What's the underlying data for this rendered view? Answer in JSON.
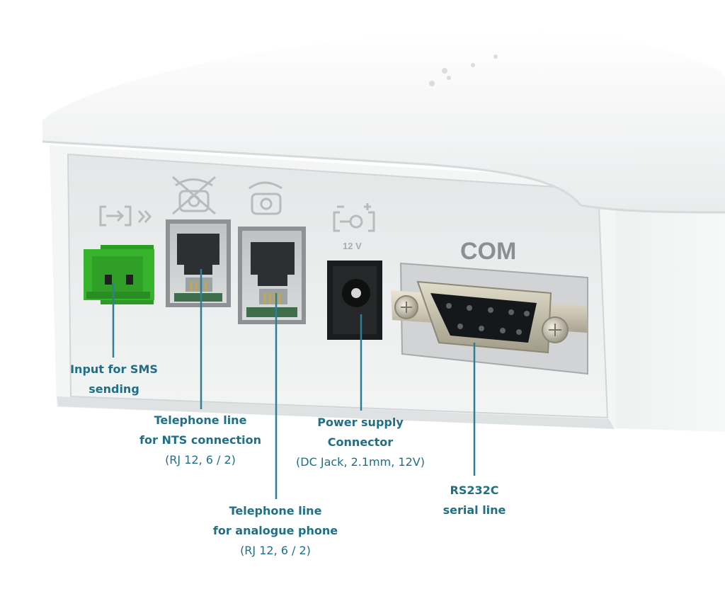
{
  "device": {
    "com_label": "COM",
    "power_icon_text": "12 V"
  },
  "labels": {
    "sms": {
      "line1": "Input for SMS",
      "line2": "sending"
    },
    "nts": {
      "line1": "Telephone line",
      "line2": "for NTS connection",
      "line3": "(RJ 12, 6 / 2)"
    },
    "power": {
      "line1": "Power supply",
      "line2": "Connector",
      "line3": "(DC Jack, 2.1mm, 12V)"
    },
    "analogue": {
      "line1": "Telephone line",
      "line2": "for analogue phone",
      "line3": "(RJ 12, 6 / 2)"
    },
    "rs232": {
      "line1": "RS232C",
      "line2": "serial line"
    }
  },
  "colors": {
    "label_text": "#1f6f86",
    "leader_line": "#2c7f95",
    "sms_connector": "#36b52c",
    "device_body": "#f1f2f2"
  },
  "icons": [
    "sms-input-icon",
    "nts-line-icon",
    "phone-icon",
    "power-12v-icon"
  ]
}
